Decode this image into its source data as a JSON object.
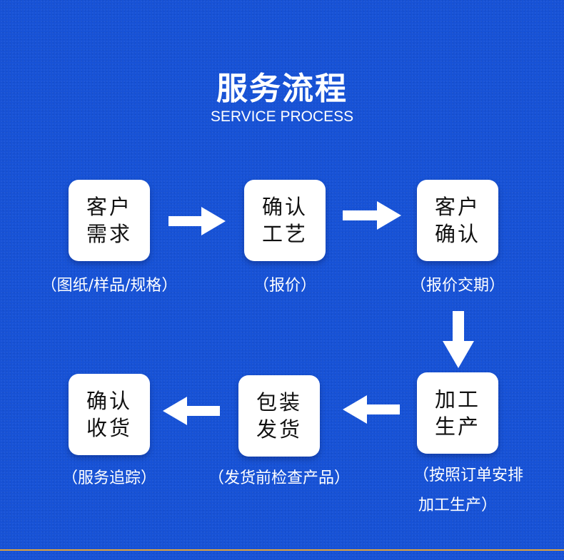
{
  "title": "服务流程",
  "subtitle": "SERVICE PROCESS",
  "steps": [
    {
      "label": "客户需求",
      "caption": "（图纸/样品/规格）"
    },
    {
      "label": "确认工艺",
      "caption": "（报价）"
    },
    {
      "label": "客户确认",
      "caption": "（报价交期）"
    },
    {
      "label": "加工生产",
      "caption_line1": "（按照订单安排",
      "caption_line2": "加工生产）"
    },
    {
      "label": "包装发货",
      "caption": "（发货前检查产品）"
    },
    {
      "label": "确认收货",
      "caption": "（服务追踪）"
    }
  ],
  "colors": {
    "background": "#1752d6",
    "box": "#ffffff",
    "arrow": "#ffffff",
    "accent_line": "#e2a33a"
  }
}
